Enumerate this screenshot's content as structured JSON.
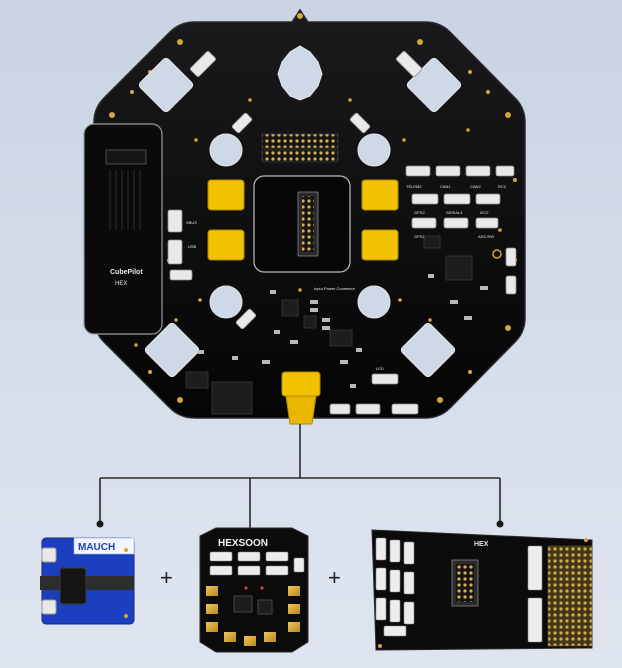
{
  "board": {
    "brand_logo_text": "CubePilot",
    "hex_logo_text": "HEX",
    "port_labels": [
      "TELEM2",
      "CAN1",
      "CAN2",
      "RC2",
      "GPS2",
      "SERIAL4",
      "I2C2",
      "GPS1",
      "ADC/SW",
      "SBUS",
      "TELEM1",
      "USB"
    ],
    "power_label": "Input Power Connector",
    "led_label": "LED"
  },
  "modules": {
    "left": {
      "label": "MAUCH"
    },
    "middle": {
      "label": "HEXSOON"
    },
    "right": {
      "label": "HEX"
    }
  },
  "plus_signs": [
    "+",
    "+"
  ],
  "colors": {
    "pcb": "#0c0c0d",
    "gold": "#d9a52b",
    "connector_yellow": "#f2c100",
    "module_blue": "#1b3fbf"
  }
}
